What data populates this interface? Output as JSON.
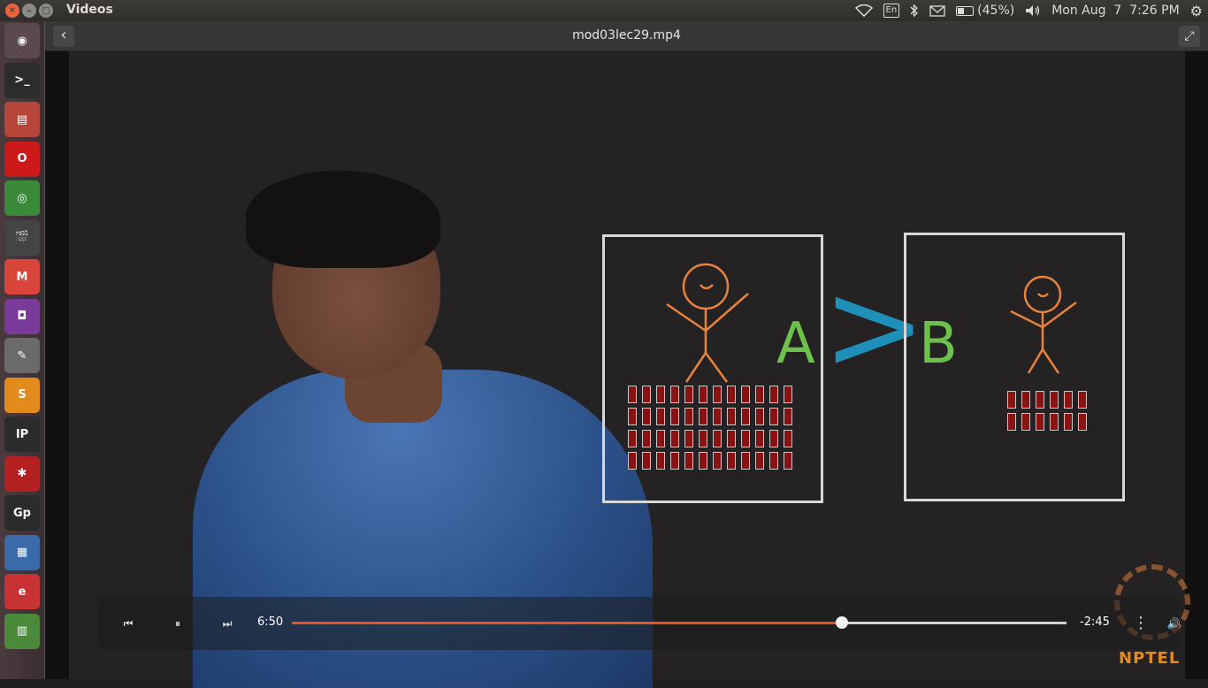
{
  "panel": {
    "app_title": "Videos",
    "keyboard_layout": "En",
    "battery_text": "(45%)",
    "battery_level": 0.45,
    "datetime": "Mon Aug  7  7:26 PM",
    "icons": [
      "wifi-icon",
      "bluetooth-icon",
      "mail-icon",
      "battery-icon",
      "volume-icon",
      "gear-icon"
    ]
  },
  "launcher": {
    "items": [
      {
        "name": "ubuntu-dash",
        "glyph": "◉",
        "color": "#5a4a50"
      },
      {
        "name": "terminal",
        "glyph": ">_",
        "color": "#2c2c2c"
      },
      {
        "name": "files",
        "glyph": "▤",
        "color": "#b6463a"
      },
      {
        "name": "opera",
        "glyph": "O",
        "color": "#cc1a1a"
      },
      {
        "name": "chrome",
        "glyph": "◎",
        "color": "#3a8a3a"
      },
      {
        "name": "video-editor",
        "glyph": "🎬",
        "color": "#444"
      },
      {
        "name": "gmail",
        "glyph": "M",
        "color": "#d9453a"
      },
      {
        "name": "webcam",
        "glyph": "◘",
        "color": "#7a3a9a"
      },
      {
        "name": "text-editor",
        "glyph": "✎",
        "color": "#6a6a6a"
      },
      {
        "name": "sublime",
        "glyph": "S",
        "color": "#e28a1c"
      },
      {
        "name": "ipython",
        "glyph": "IP",
        "color": "#2b2b2b"
      },
      {
        "name": "network-app",
        "glyph": "✱",
        "color": "#b42020"
      },
      {
        "name": "gp-app",
        "glyph": "Gp",
        "color": "#2b2b2b"
      },
      {
        "name": "writer",
        "glyph": "▦",
        "color": "#3a6aa8"
      },
      {
        "name": "pdf-viewer",
        "glyph": "e",
        "color": "#c83232"
      },
      {
        "name": "archive",
        "glyph": "▥",
        "color": "#4a8a3a"
      }
    ]
  },
  "window": {
    "file_title": "mod03lec29.mp4",
    "back_glyph": "‹",
    "fullscreen_glyph": "⤢"
  },
  "slide": {
    "left_label": "A",
    "right_label": "B",
    "comparison": ">"
  },
  "controls": {
    "elapsed": "6:50",
    "remaining": "-2:45",
    "progress_fraction": 0.71,
    "prev_glyph": "⏮",
    "pause_glyph": "⏸",
    "next_glyph": "⏭",
    "menu_glyph": "⋮",
    "volume_glyph": "🔊"
  },
  "watermark": {
    "text": "NPTEL"
  }
}
